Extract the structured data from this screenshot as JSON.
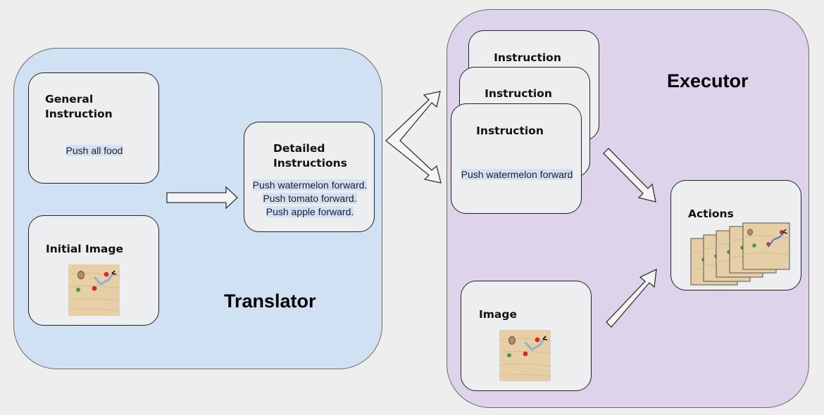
{
  "translator": {
    "title": "Translator",
    "general_instruction": {
      "title": "General Instruction",
      "text": "Push all food"
    },
    "initial_image": {
      "title": "Initial Image"
    },
    "detailed_instructions": {
      "title": "Detailed Instructions",
      "lines": [
        "Push watermelon forward.",
        "Push tomato forward.",
        "Push apple forward."
      ]
    }
  },
  "executor": {
    "title": "Executor",
    "instruction_stack": {
      "title": "Instruction",
      "text": "Push watermelon forward"
    },
    "image": {
      "title": "Image"
    },
    "actions": {
      "title": "Actions"
    }
  },
  "colors": {
    "translator_bg": "#cfe1f3",
    "executor_bg": "#ddd3ea",
    "box_bg": "#eceeef",
    "text_highlight": "#d4e0f6"
  }
}
